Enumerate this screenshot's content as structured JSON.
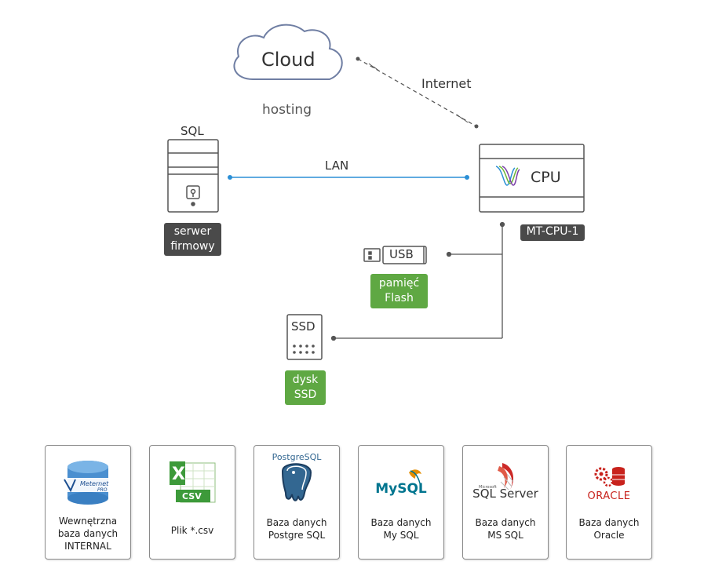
{
  "cloud": {
    "title": "Cloud",
    "subtitle": "hosting"
  },
  "links": {
    "internet": "Internet",
    "lan": "LAN"
  },
  "server": {
    "label": "SQL",
    "badge_line1": "serwer",
    "badge_line2": "firmowy"
  },
  "cpu": {
    "label": "CPU",
    "badge": "MT-CPU-1"
  },
  "usb": {
    "label": "USB",
    "badge_line1": "pamięć",
    "badge_line2": "Flash"
  },
  "ssd": {
    "label": "SSD",
    "badge_line1": "dysk",
    "badge_line2": "SSD"
  },
  "colors": {
    "lan": "#2b8fd6",
    "line": "#555555",
    "dark_badge": "#4a4a4a",
    "green_badge": "#5fa843"
  },
  "databases": [
    {
      "icon": "meternet-pro-icon",
      "logo_text": "Meternet",
      "logo_sub": "PRO",
      "caption": [
        "Wewnętrzna",
        "baza danych",
        "INTERNAL"
      ]
    },
    {
      "icon": "excel-csv-icon",
      "logo_text": "CSV",
      "caption": [
        "Plik *.csv"
      ]
    },
    {
      "icon": "postgresql-icon",
      "logo_text": "PostgreSQL",
      "caption": [
        "Baza danych",
        "Postgre SQL"
      ]
    },
    {
      "icon": "mysql-icon",
      "logo_text": "MySQL",
      "caption": [
        "Baza danych",
        "My SQL"
      ]
    },
    {
      "icon": "sql-server-icon",
      "logo_text": "SQL Server",
      "logo_sub": "Microsoft",
      "caption": [
        "Baza danych",
        "MS SQL"
      ]
    },
    {
      "icon": "oracle-icon",
      "logo_text": "ORACLE",
      "caption": [
        "Baza danych",
        "Oracle"
      ]
    }
  ]
}
